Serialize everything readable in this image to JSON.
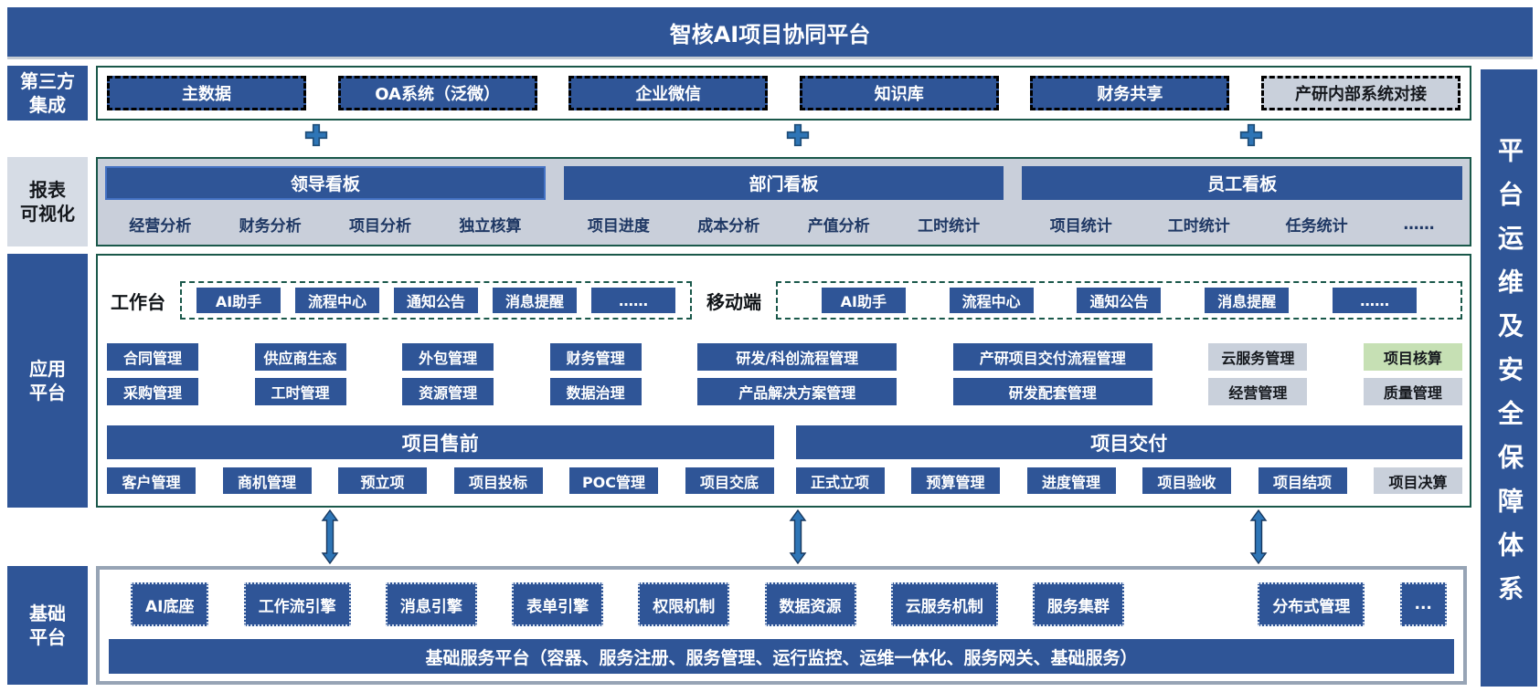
{
  "banner": {
    "title": "智核AI项目协同平台"
  },
  "right_bar": {
    "label": "平台运维及安全保障体系"
  },
  "colors": {
    "primary_blue": "#2F5597",
    "leader_header_border": "#4472C4",
    "connector_blue": "#2E75B6",
    "connector_outline": "#1F4E79",
    "gray_box": "#C9D0DB",
    "green_box": "#C6E0B4",
    "reports_bg": "#C9CFDA",
    "side_label_gray": "#D6DCE5",
    "section_border_green": "#1A584A",
    "foundation_border": "#97A4B5",
    "navy_text": "#1F3864"
  },
  "integration": {
    "label": "第三方\n集成",
    "items": [
      "主数据",
      "OA系统（泛微）",
      "企业微信",
      "知识库",
      "财务共享",
      "产研内部系统对接"
    ]
  },
  "reports": {
    "label": "报表\n可视化",
    "boards": [
      {
        "title": "领导看板",
        "items": [
          "经营分析",
          "财务分析",
          "项目分析",
          "独立核算"
        ]
      },
      {
        "title": "部门看板",
        "items": [
          "项目进度",
          "成本分析",
          "产值分析",
          "工时统计"
        ]
      },
      {
        "title": "员工看板",
        "items": [
          "项目统计",
          "工时统计",
          "任务统计",
          "……"
        ]
      }
    ]
  },
  "application": {
    "label": "应用\n平台",
    "workbench": {
      "label": "工作台",
      "items": [
        "AI助手",
        "流程中心",
        "通知公告",
        "消息提醒",
        "……"
      ]
    },
    "mobile": {
      "label": "移动端",
      "items": [
        "AI助手",
        "流程中心",
        "通知公告",
        "消息提醒",
        "……"
      ]
    },
    "modules_row1": [
      "合同管理",
      "供应商生态",
      "外包管理",
      "财务管理",
      "研发/科创流程管理",
      "产研项目交付流程管理",
      "云服务管理",
      "项目核算"
    ],
    "modules_row2": [
      "采购管理",
      "工时管理",
      "资源管理",
      "数据治理",
      "产品解决方案管理",
      "研发配套管理",
      "经营管理",
      "质量管理"
    ],
    "presale": {
      "title": "项目售前",
      "items": [
        "客户管理",
        "商机管理",
        "预立项",
        "项目投标",
        "POC管理",
        "项目交底"
      ]
    },
    "delivery": {
      "title": "项目交付",
      "items": [
        "正式立项",
        "预算管理",
        "进度管理",
        "项目验收",
        "项目结项",
        "项目决算"
      ]
    }
  },
  "foundation": {
    "label": "基础\n平台",
    "items": [
      "AI底座",
      "工作流引擎",
      "消息引擎",
      "表单引擎",
      "权限机制",
      "数据资源",
      "云服务机制",
      "服务集群",
      "分布式管理",
      "..."
    ],
    "base_bar": "基础服务平台（容器、服务注册、服务管理、运行监控、运维一体化、服务网关、基础服务）"
  }
}
